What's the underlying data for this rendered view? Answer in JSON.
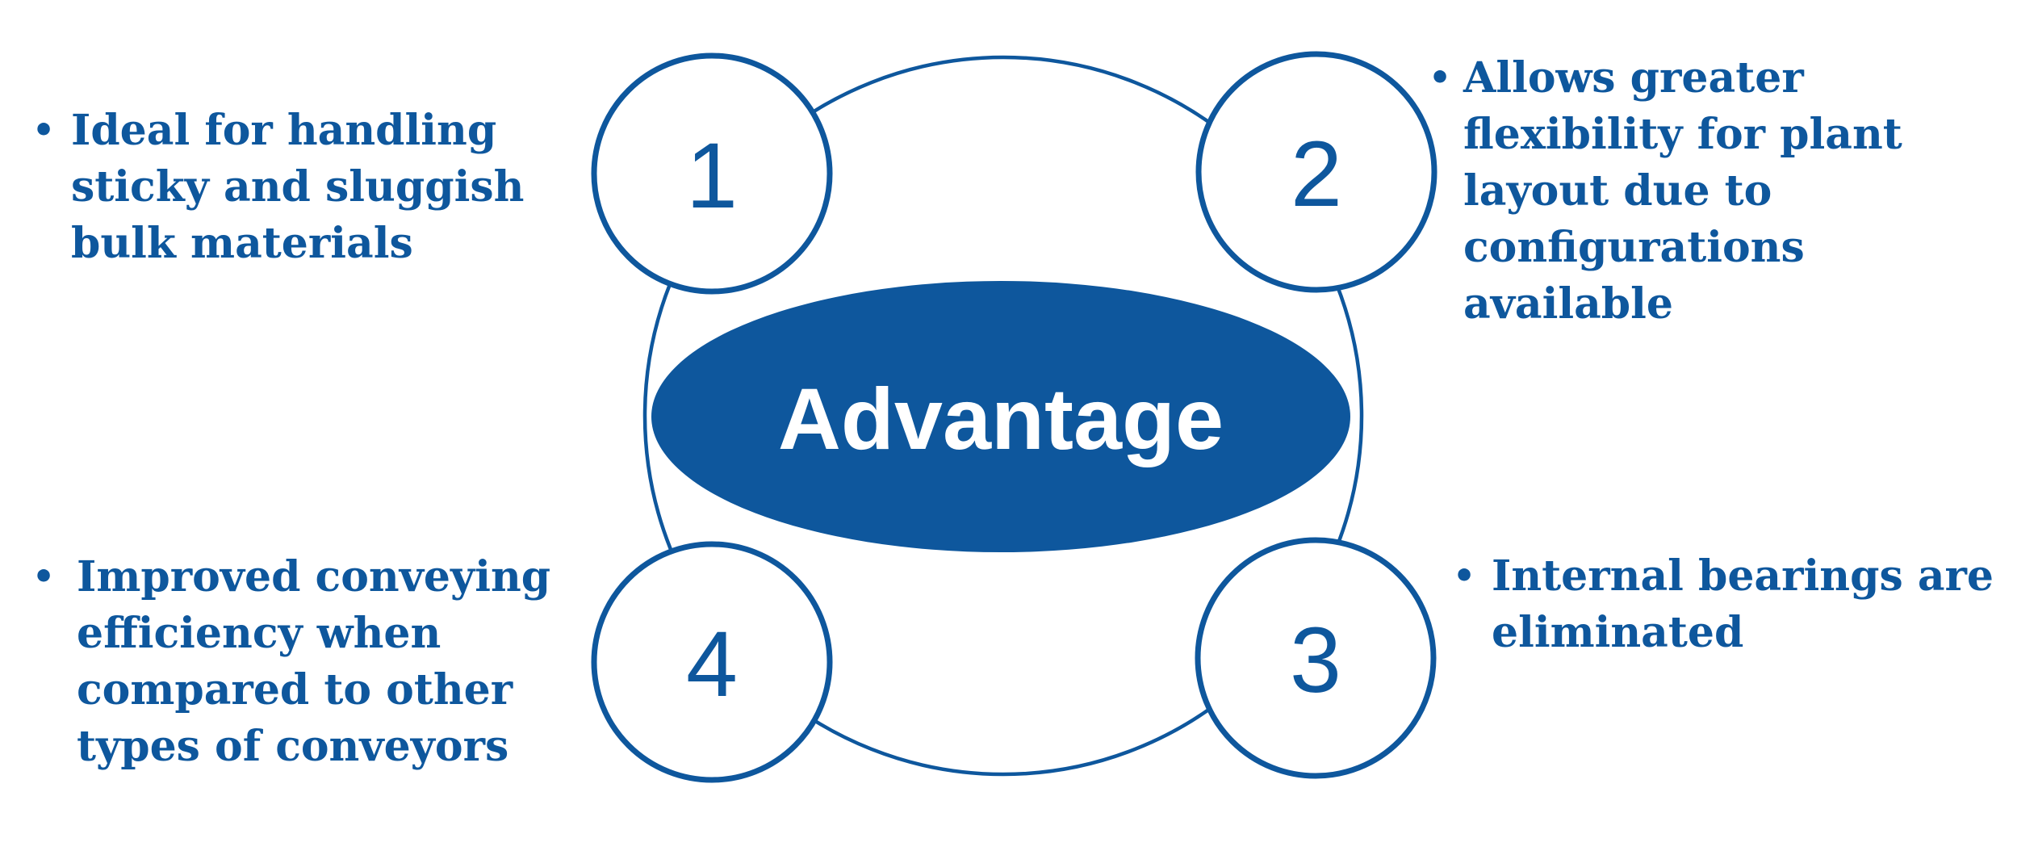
{
  "colors": {
    "accent_blue": "#0E579D",
    "text_blue": "#0E579D",
    "white": "#ffffff"
  },
  "bullet_glyph": "•",
  "diagram": {
    "center_label": "Advantage",
    "nodes": [
      {
        "number": "1"
      },
      {
        "number": "2"
      },
      {
        "number": "3"
      },
      {
        "number": "4"
      }
    ]
  },
  "bullets": {
    "top_left": {
      "lines": [
        "Ideal for handling",
        "sticky and sluggish",
        "bulk materials"
      ]
    },
    "top_right": {
      "lines": [
        "Allows greater",
        "flexibility for plant",
        "layout due to",
        "configurations",
        "available"
      ]
    },
    "bottom_right": {
      "lines": [
        "Internal bearings are",
        "eliminated"
      ]
    },
    "bottom_left": {
      "lines": [
        "Improved conveying",
        "efficiency when",
        "compared to other",
        "types of conveyors"
      ]
    }
  }
}
